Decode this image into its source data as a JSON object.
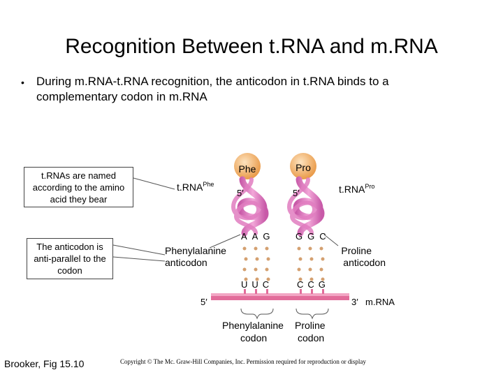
{
  "slide": {
    "title": "Recognition Between t.RNA and m.RNA",
    "bullet_marker": "•",
    "bullet_text": "During m.RNA-t.RNA recognition, the anticodon in t.RNA binds to a complementary codon in m.RNA",
    "callout_1": "t.RNAs are named according to the amino acid they bear",
    "callout_2": "The anticodon is anti-parallel to the codon",
    "citation": "Brooker, Fig 15.10",
    "copyright": "Copyright © The Mc. Graw-Hill Companies, Inc. Permission required for reproduction or display"
  },
  "diagram": {
    "trna_left": {
      "label": "t.RNA",
      "superscript": "Phe",
      "amino_acid": "Phe",
      "five_prime": "5′",
      "anticodon_bases": [
        "A",
        "A",
        "G"
      ],
      "anticodon_label_1": "Phenylalanine",
      "anticodon_label_2": "anticodon",
      "codon_bases": [
        "U",
        "U",
        "C"
      ],
      "codon_label_1": "Phenylalanine",
      "codon_label_2": "codon"
    },
    "trna_right": {
      "label": "t.RNA",
      "superscript": "Pro",
      "amino_acid": "Pro",
      "five_prime": "5′",
      "anticodon_bases": [
        "G",
        "G",
        "C"
      ],
      "anticodon_label_1": "Proline",
      "anticodon_label_2": "anticodon",
      "codon_bases": [
        "C",
        "C",
        "G"
      ],
      "codon_label_1": "Proline",
      "codon_label_2": "codon"
    },
    "mrna_five_prime": "5′",
    "mrna_three_prime": "3′",
    "mrna_label": "m.RNA",
    "colors": {
      "amino_acid_ball": "#f0a85c",
      "trna_ribbon": "#e070b8",
      "trna_ribbon_dark": "#c0509a",
      "mrna_strand": "#e26c9a",
      "h_bond_dot": "#d4a070"
    }
  }
}
